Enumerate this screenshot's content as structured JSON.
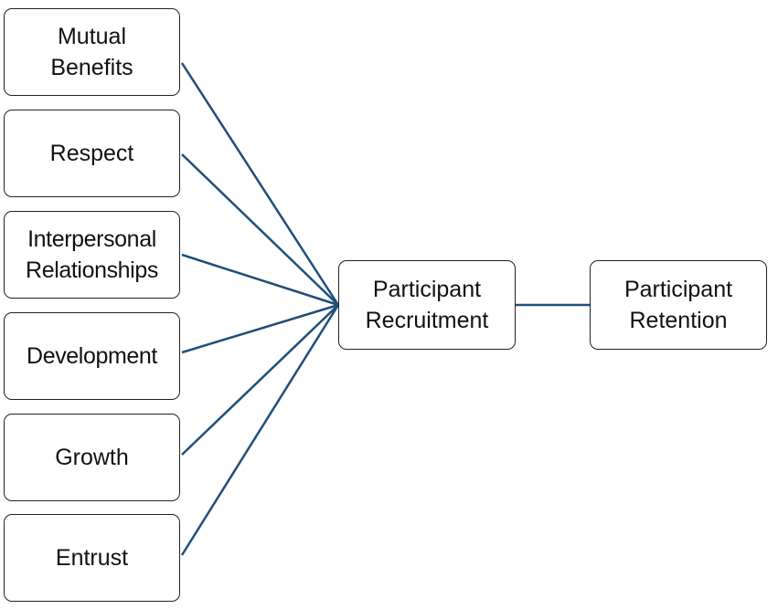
{
  "diagram": {
    "factors": [
      {
        "label": "Mutual\nBenefits"
      },
      {
        "label": "Respect"
      },
      {
        "label": "Interpersonal\nRelationships"
      },
      {
        "label": "Development"
      },
      {
        "label": "Growth"
      },
      {
        "label": "Entrust"
      }
    ],
    "recruitment": {
      "label": "Participant\nRecruitment"
    },
    "retention": {
      "label": "Participant\nRetention"
    },
    "colors": {
      "connector": "#1f4e79",
      "box_border": "#222222",
      "text": "#111111",
      "background": "#ffffff"
    }
  }
}
